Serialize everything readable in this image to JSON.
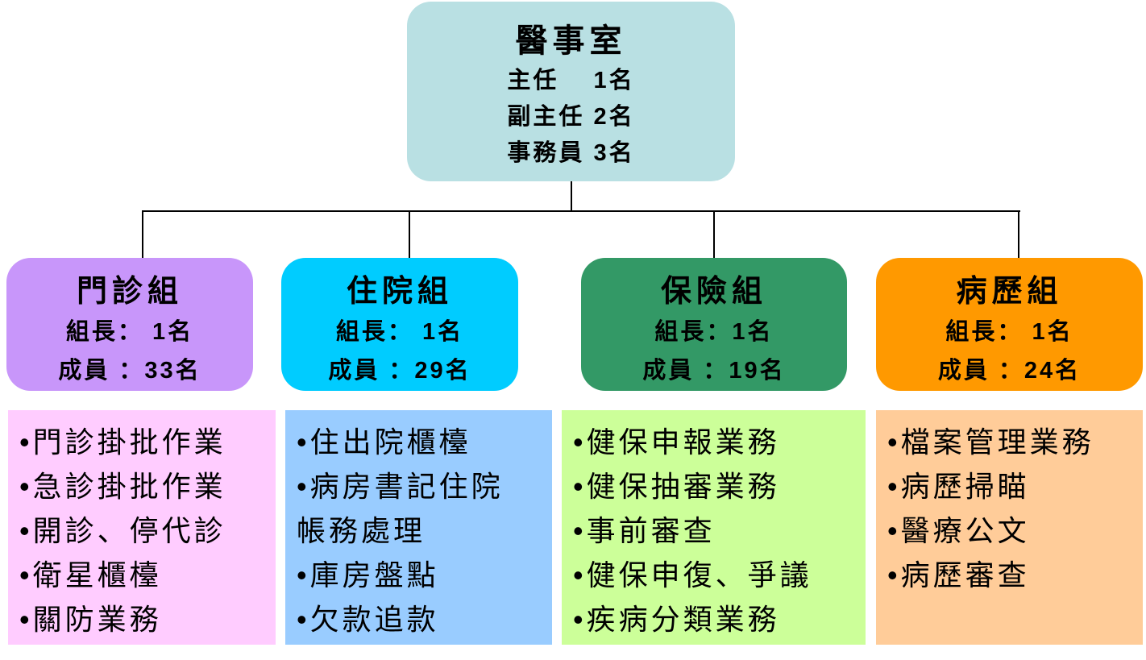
{
  "top": {
    "title": "醫事室",
    "lines": [
      "主任　 1名",
      "副主任 2名",
      "事務員 3名"
    ],
    "color": "#b9e0e3"
  },
  "groups": [
    {
      "title": "門診組",
      "leader": "組長： 1名",
      "members": "成員 ：33名",
      "color": "#c896fa",
      "tasks": [
        "•門診掛批作業",
        "•急診掛批作業",
        "•開診、停代診",
        "•衛星櫃檯",
        "•關防業務"
      ],
      "task_color": "#ffccff"
    },
    {
      "title": "住院組",
      "leader": "組長： 1名",
      "members": "成員 ：29名",
      "color": "#00ccff",
      "tasks": [
        "•住出院櫃檯",
        "•病房書記住院",
        "帳務處理",
        "•庫房盤點",
        "•欠款追款"
      ],
      "task_color": "#99ccff"
    },
    {
      "title": "保險組",
      "leader": "組長：1名",
      "members": "成員 ：19名",
      "color": "#339966",
      "tasks": [
        "•健保申報業務",
        "•健保抽審業務",
        "•事前審查",
        "•健保申復、爭議",
        "•疾病分類業務"
      ],
      "task_color": "#ccff99"
    },
    {
      "title": "病歷組",
      "leader": "組長： 1名",
      "members": "成員 ：24名",
      "color": "#ff9900",
      "tasks": [
        "•檔案管理業務",
        "•病歷掃瞄",
        "•醫療公文",
        "•病歷審查"
      ],
      "task_color": "#ffcc99"
    }
  ]
}
